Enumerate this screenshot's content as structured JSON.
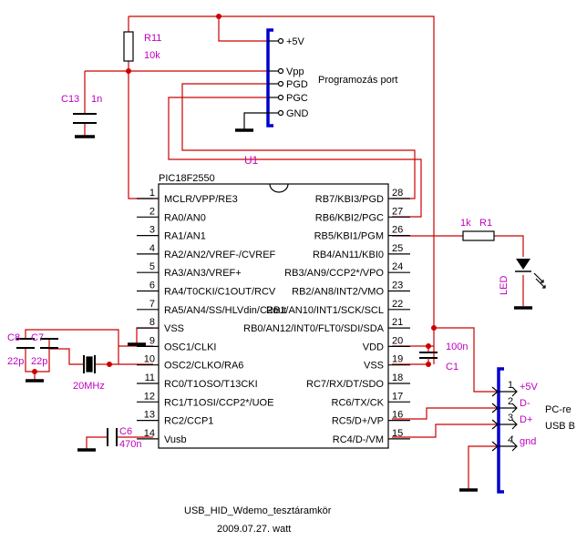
{
  "title": "USB_HID_Wdemo_tesztáramkör",
  "subtitle": "2009.07.27.  watt",
  "ic": {
    "ref": "U1",
    "part": "PIC18F2550",
    "left_pins": [
      {
        "num": "1",
        "name": "MCLR/VPP/RE3"
      },
      {
        "num": "2",
        "name": "RA0/AN0"
      },
      {
        "num": "3",
        "name": "RA1/AN1"
      },
      {
        "num": "4",
        "name": "RA2/AN2/VREF-/CVREF"
      },
      {
        "num": "5",
        "name": "RA3/AN3/VREF+"
      },
      {
        "num": "6",
        "name": "RA4/T0CKI/C1OUT/RCV"
      },
      {
        "num": "7",
        "name": "RA5/AN4/SS/HLVdin/C2out"
      },
      {
        "num": "8",
        "name": "VSS"
      },
      {
        "num": "9",
        "name": "OSC1/CLKI"
      },
      {
        "num": "10",
        "name": "OSC2/CLKO/RA6"
      },
      {
        "num": "11",
        "name": "RC0/T1OSO/T13CKI"
      },
      {
        "num": "12",
        "name": "RC1/T1OSI/CCP2*/UOE"
      },
      {
        "num": "13",
        "name": "RC2/CCP1"
      },
      {
        "num": "14",
        "name": "Vusb"
      }
    ],
    "right_pins": [
      {
        "num": "28",
        "name": "RB7/KBI3/PGD"
      },
      {
        "num": "27",
        "name": "RB6/KBI2/PGC"
      },
      {
        "num": "26",
        "name": "RB5/KBI1/PGM"
      },
      {
        "num": "25",
        "name": "RB4/AN11/KBI0"
      },
      {
        "num": "24",
        "name": "RB3/AN9/CCP2*/VPO"
      },
      {
        "num": "23",
        "name": "RB2/AN8/INT2/VMO"
      },
      {
        "num": "22",
        "name": "RB1/AN10/INT1/SCK/SCL"
      },
      {
        "num": "21",
        "name": "RB0/AN12/INT0/FLT0/SDI/SDA"
      },
      {
        "num": "20",
        "name": "VDD"
      },
      {
        "num": "19",
        "name": "VSS"
      },
      {
        "num": "18",
        "name": "RC7/RX/DT/SDO"
      },
      {
        "num": "17",
        "name": "RC6/TX/CK"
      },
      {
        "num": "16",
        "name": "RC5/D+/VP"
      },
      {
        "num": "15",
        "name": "RC4/D-/VM"
      }
    ]
  },
  "prog_port": {
    "title": "Programozás port",
    "pins": [
      "+5V",
      "Vpp",
      "PGD",
      "PGC",
      "GND"
    ]
  },
  "components": {
    "r11_ref": "R11",
    "r11_val": "10k",
    "c13_ref": "C13",
    "c13_val": "1n",
    "r1_ref": "R1",
    "r1_val": "1k",
    "led_ref": "LED",
    "c8_ref": "C8",
    "c8_val": "22p",
    "c7_ref": "C7",
    "c7_val": "22p",
    "xtal_val": "20MHz",
    "c6_ref": "C6",
    "c6_val": "470n",
    "c1_ref": "C1",
    "c1_val": "100n"
  },
  "usb": {
    "pin_nums": [
      "1",
      "2",
      "3",
      "4"
    ],
    "pin_labels": [
      "+5V",
      "D-",
      "D+",
      "gnd"
    ],
    "label1": "PC-re",
    "label2": "USB B"
  },
  "colors": {
    "wire": "#cc0000",
    "part_label": "#c000c0",
    "connector": "#0000cc"
  }
}
